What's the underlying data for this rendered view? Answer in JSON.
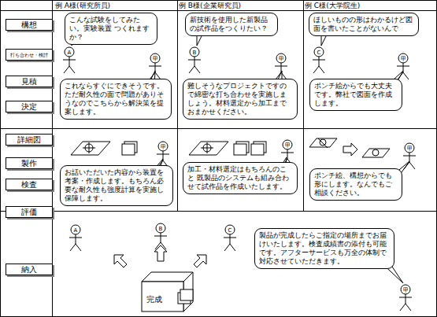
{
  "diagram": {
    "nodes": [
      {
        "text": [
          "構想"
        ]
      },
      {
        "text": [
          "打ち合わせ・検討"
        ]
      },
      {
        "text": [
          "見積"
        ]
      },
      {
        "text": [
          "決定"
        ]
      },
      {
        "text": [
          "詳細図"
        ]
      },
      {
        "text": [
          "製作"
        ]
      },
      {
        "text": [
          "検査"
        ]
      },
      {
        "text": [
          "評価"
        ]
      },
      {
        "text": [
          "納入"
        ]
      },
      {
        "text": [
          "こんな試験をしてみたい。実験装置 つくれますか？"
        ]
      },
      {
        "text": [
          "新技術を使用した新製品の試作品をつくりたい？"
        ]
      },
      {
        "text": [
          "ほしいものの形はわかるけど図面を書いたことがないんで"
        ]
      },
      {
        "text": [
          "これならすぐにできそうです。ただ耐久性の面で問題がありそうなのでこちらから解決策を提案します。"
        ]
      },
      {
        "text": [
          "難しそうなプロジェクトですので綿密な打ち合わせを実施しましょう。材料選定から加工までおまかせください。"
        ]
      },
      {
        "text": [
          "ポンチ絵からでも大丈夫です。弊社で図面を作成します。"
        ]
      },
      {
        "text": [
          "お話いただいた内容から装置を考案・作成します。もちろん必要な耐久性も強度計算を実施し保障します。"
        ]
      },
      {
        "text": [
          "加工・材料選定はもちろんのこと 既製品のシステムも組み合わせて試作品を作成いたします。"
        ]
      },
      {
        "text": [
          "ポンチ絵、構想からでも形にします。なんでもご相談ください。"
        ]
      },
      {
        "text": [
          "製品が完成したらご指定の場所までお届けいたします。検査成績書の添付も可能です。アフターサービスも万全の体制で対応させていただきます。"
        ]
      },
      {
        "text": [
          "完成"
        ]
      }
    ],
    "labels": [
      "例 A様(研究所員)",
      "例 B様(企業研究員)",
      "例 C様(大学院生)",
      "A",
      "甲",
      "B",
      "甲",
      "C",
      "甲",
      "甲",
      "甲",
      "甲",
      "A",
      "B",
      "C",
      "甲"
    ]
  }
}
